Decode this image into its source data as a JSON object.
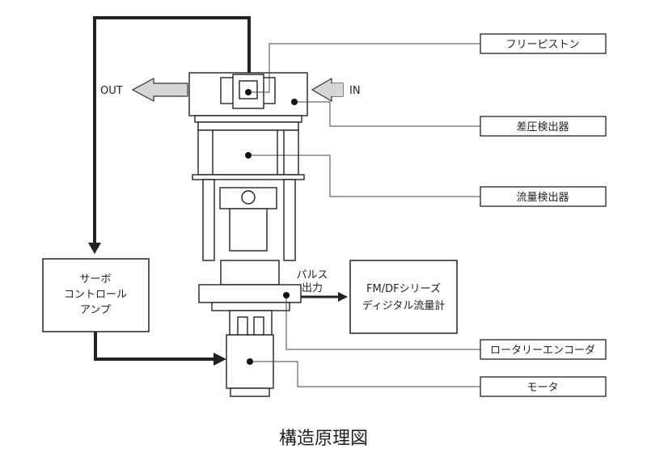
{
  "caption": "構造原理図",
  "flow": {
    "out": "OUT",
    "in": "IN"
  },
  "callouts": {
    "free_piston": "フリーピストン",
    "diff_pressure_detector": "差圧検出器",
    "flow_detector": "流量検出器",
    "rotary_encoder": "ロータリーエンコーダ",
    "motor": "モータ"
  },
  "servo_amp": {
    "line1": "サーボ",
    "line2": "コントロール",
    "line3": "アンプ"
  },
  "pulse_output": {
    "line1": "パルス",
    "line2": "出力"
  },
  "flowmeter": {
    "line1": "FM/DFシリーズ",
    "line2": "ディジタル流量計"
  }
}
